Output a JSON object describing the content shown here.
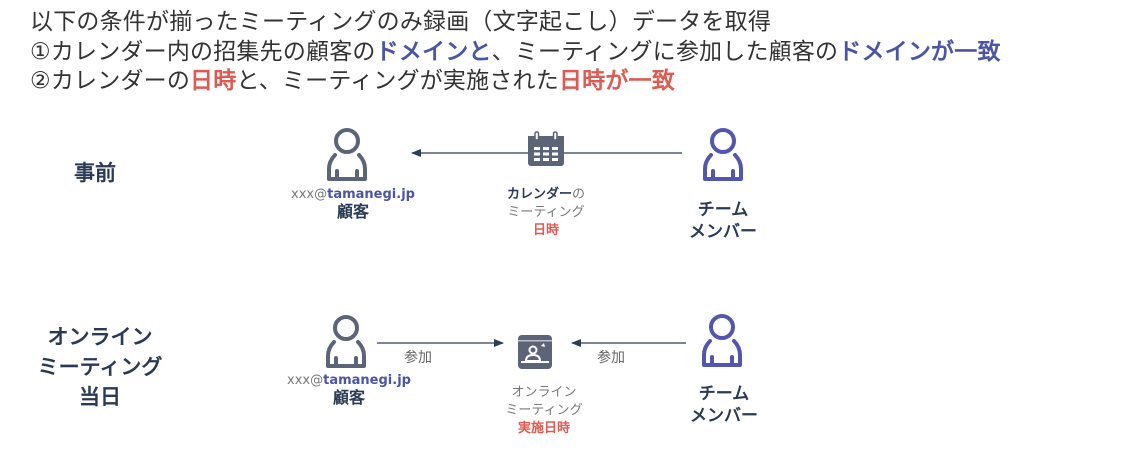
{
  "headline": {
    "line1": "以下の条件が揃ったミーティングのみ録画（文字起こし）データを取得",
    "line2": {
      "prefix": "①カレンダー内の招集先の顧客の",
      "emph1": "ドメインと",
      "middle": "、ミーティングに参加した顧客の",
      "emph2": "ドメインが一致"
    },
    "line3": {
      "prefix": "②カレンダーの",
      "emph1": "日時",
      "middle": "と、ミーティングが実施された",
      "emph2": "日時が一致"
    }
  },
  "colors": {
    "domain_accent": "#4a54a8",
    "datetime_accent": "#e05a52",
    "customer_icon": "#5c6478",
    "team_icon": "#5256b0",
    "arrow": "#2c3e55"
  },
  "sections": {
    "before": {
      "label": "事前",
      "customer": {
        "email_user": "xxx@",
        "email_domain": "tamanegi.jp",
        "label": "顧客",
        "icon": "person-icon"
      },
      "middle": {
        "icon": "calendar-icon",
        "line1_bold": "カレンダー",
        "line1_rest": "の",
        "line2": "ミーティング",
        "line3": "日時"
      },
      "team": {
        "line1": "チーム",
        "line2": "メンバー",
        "icon": "person-icon"
      }
    },
    "day_of": {
      "label_lines": [
        "オンライン",
        "ミーティング",
        "当日"
      ],
      "customer": {
        "email_user": "xxx@",
        "email_domain": "tamanegi.jp",
        "label": "顧客",
        "icon": "person-icon"
      },
      "left_arrow_label": "参加",
      "right_arrow_label": "参加",
      "middle": {
        "icon": "online-meeting-icon",
        "line1": "オンライン",
        "line2": "ミーティング",
        "line3": "実施日時"
      },
      "team": {
        "line1": "チーム",
        "line2": "メンバー",
        "icon": "person-icon"
      }
    }
  }
}
